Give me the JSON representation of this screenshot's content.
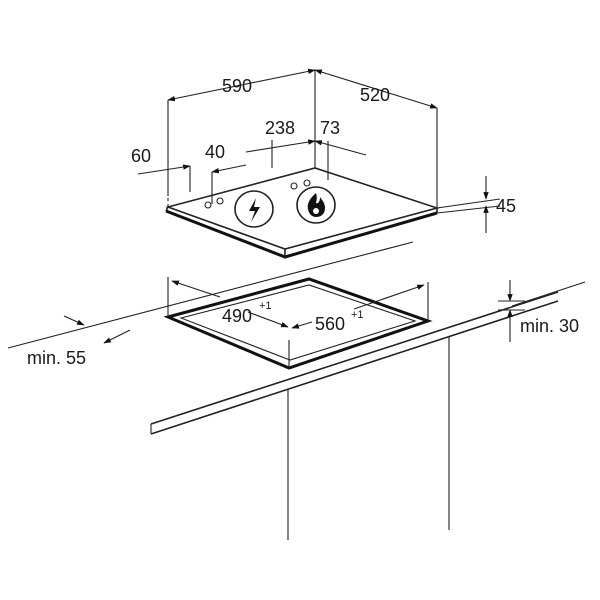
{
  "dimensions": {
    "width": "590",
    "depth": "520",
    "left_offset": "60",
    "control_offset": "40",
    "control_width": "238",
    "control_offset_right": "73",
    "height": "45",
    "cutout_depth": "490",
    "cutout_depth_tol": "+1",
    "cutout_width": "560",
    "cutout_width_tol": "+1",
    "min_front": "min. 55",
    "min_top": "min. 30"
  },
  "icons": [
    "electric-symbol-icon",
    "gas-flame-icon"
  ]
}
